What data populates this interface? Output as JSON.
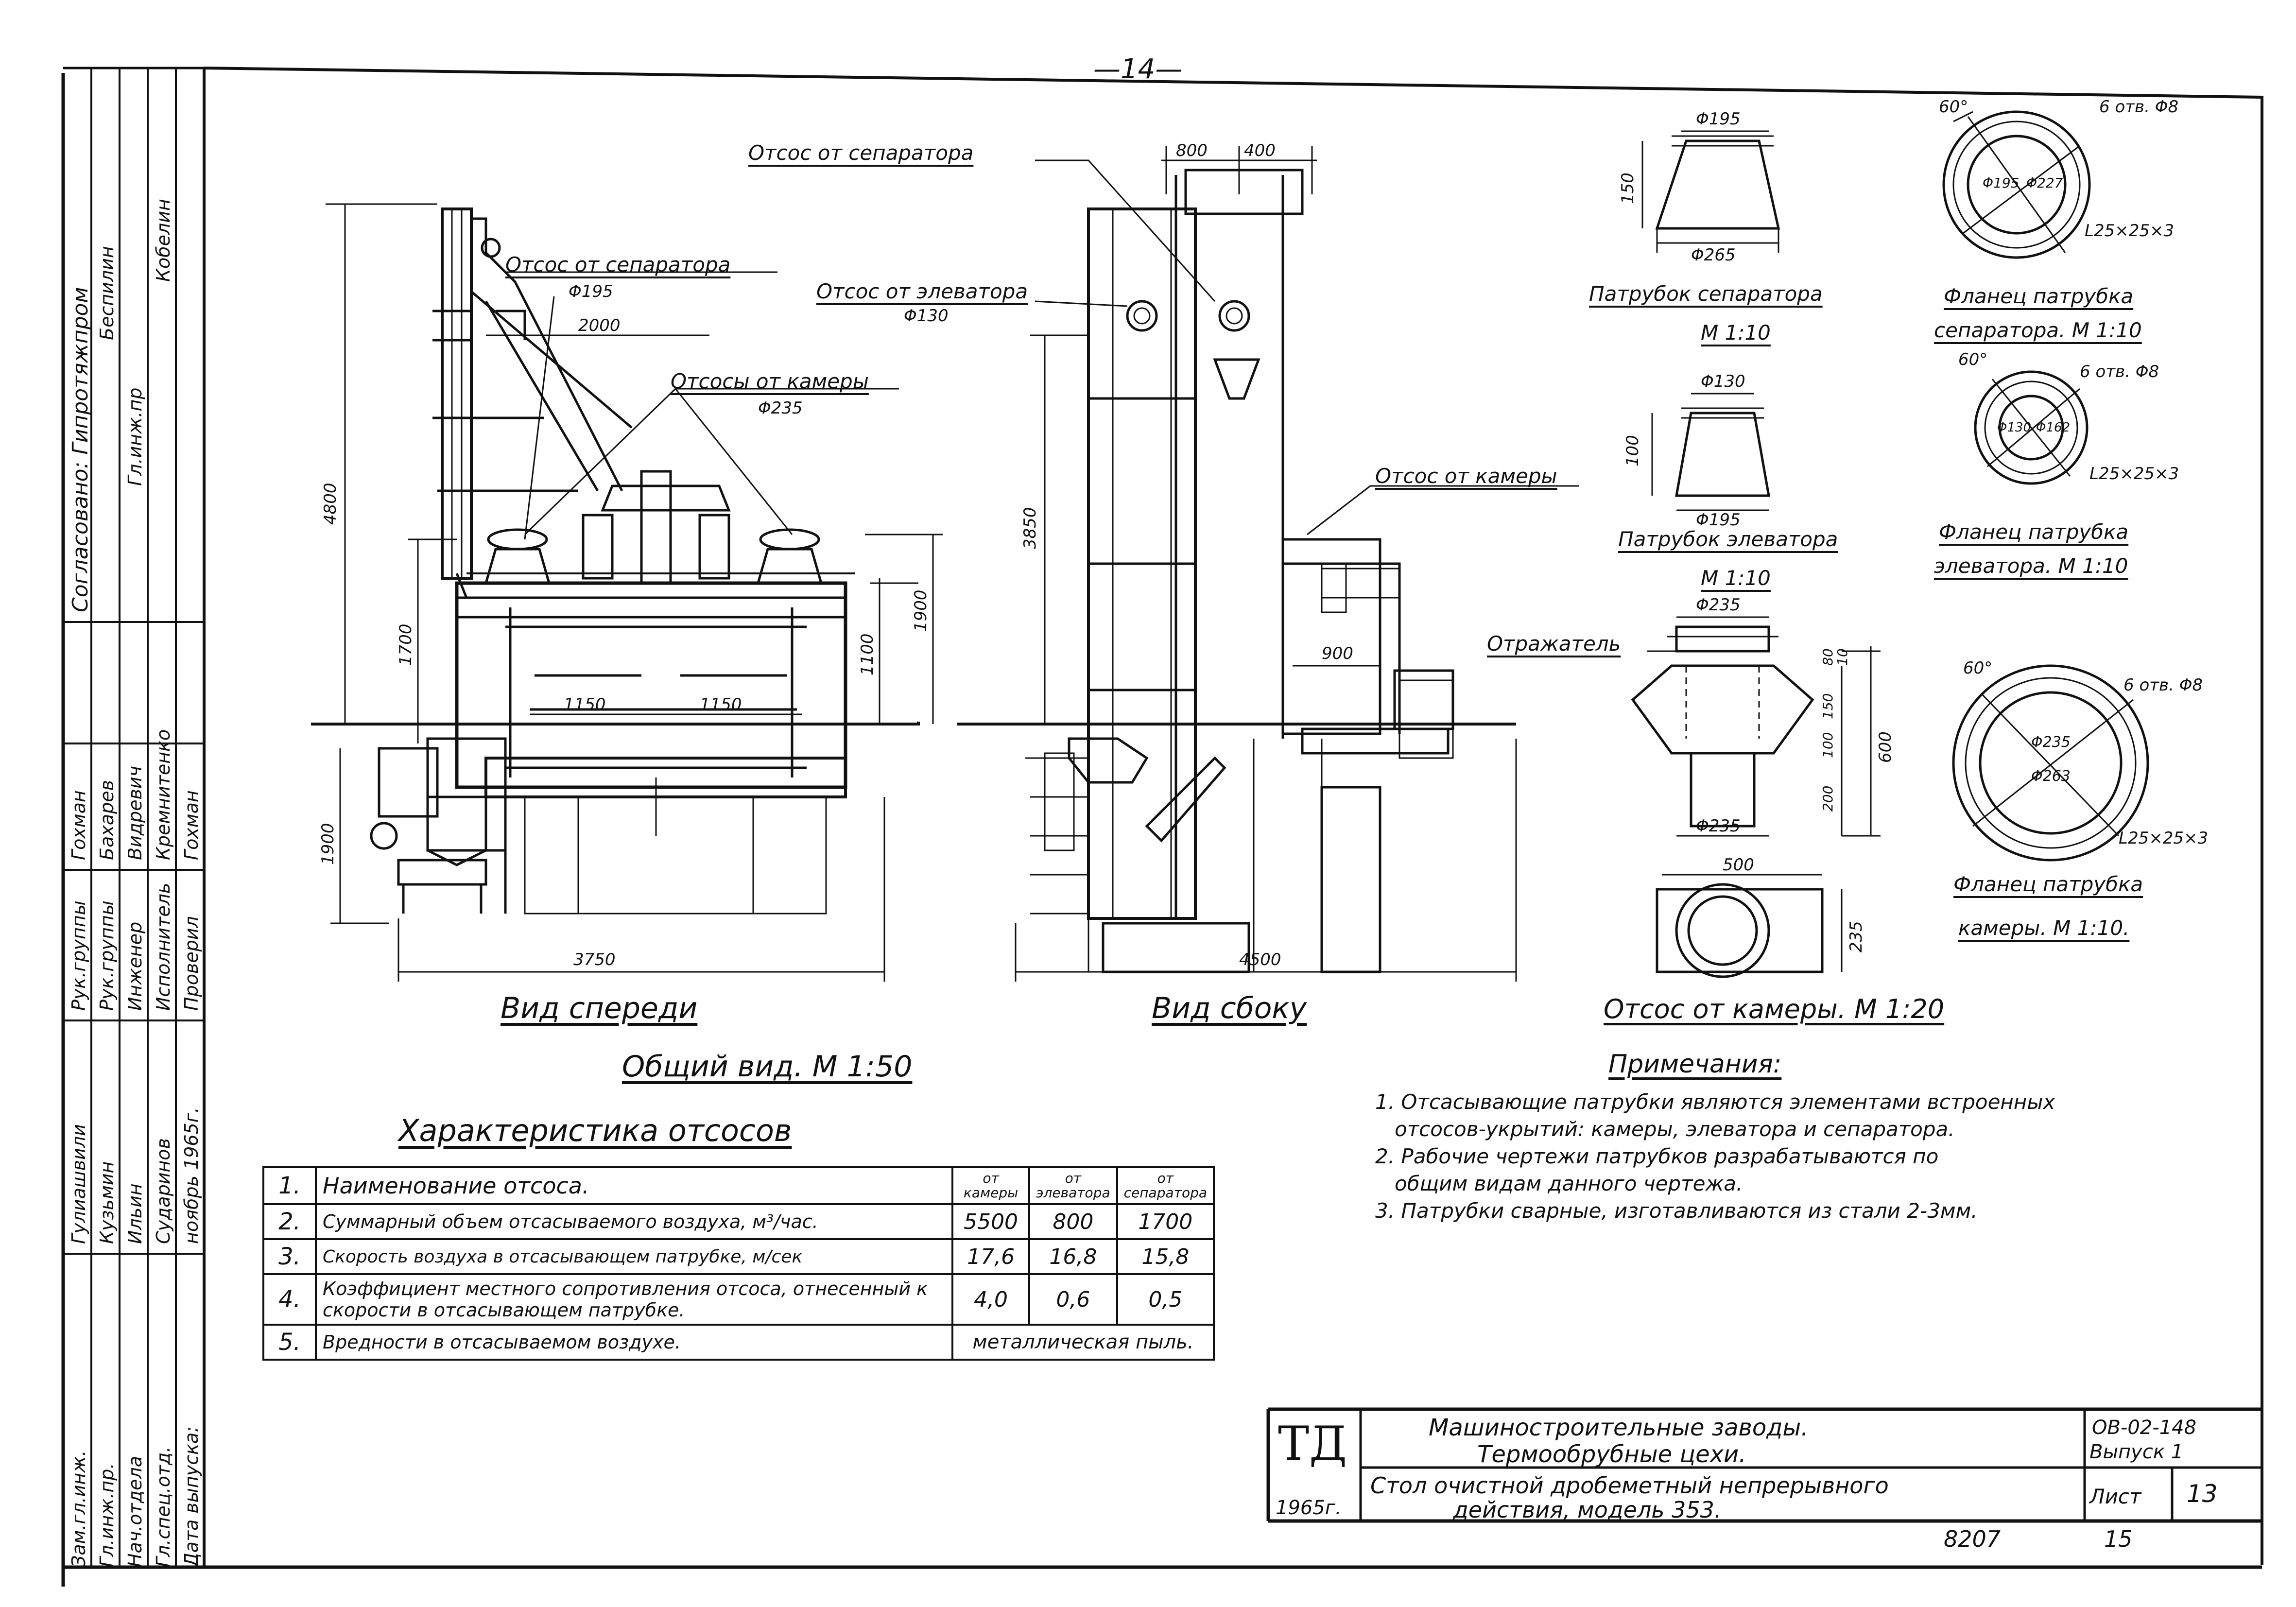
{
  "page_number": "—14—",
  "stamp": {
    "columns": [
      {
        "role": "Зам.гл.инж.",
        "name": "Гулиашвили"
      },
      {
        "role": "Гл.инж.пр.",
        "name": "Кузьмин"
      },
      {
        "role": "Нач.отдела",
        "name": "Ильин"
      },
      {
        "role": "Гл.спец.отд.",
        "name": "Сударинов"
      },
      {
        "role": "Дата выпуска:",
        "name": "ноябрь 1965г."
      }
    ],
    "columns2": [
      {
        "role": "Рук.группы",
        "name": "Гохман"
      },
      {
        "role": "Рук.группы",
        "name": "Бахарев"
      },
      {
        "role": "Инженер",
        "name": "Видревич"
      },
      {
        "role": "Исполнитель",
        "name": "Кремнитенко"
      },
      {
        "role": "Проверил",
        "name": "Гохман"
      }
    ],
    "approval": "Согласовано: Гипротяжпром",
    "approval_role": "Гл.инж.пр",
    "approval_name1": "Беспилин",
    "approval_name2": "Кобелин"
  },
  "front_view": {
    "caption": "Вид спереди",
    "label_separator": "Отсос от сепаратора",
    "label_separator_dim": "Φ195",
    "label_chamber": "Отсосы от камеры",
    "label_chamber_dim": "Φ235",
    "dims": {
      "height_total": "4800",
      "d2000": "2000",
      "d1700": "1700",
      "d1100": "1100",
      "d1900r": "1900",
      "d1150a": "1150",
      "d1150b": "1150",
      "d1900l": "1900",
      "width": "3750"
    }
  },
  "side_view": {
    "caption": "Вид сбоку",
    "label_separator_top": "Отсос от сепаратора",
    "label_elevator": "Отсос от элеватора",
    "label_elevator_dim": "Φ130",
    "label_chamber": "Отсос от камеры",
    "dims": {
      "d800": "800",
      "d400": "400",
      "d3850": "3850",
      "d900": "900",
      "width": "4500"
    }
  },
  "general_caption": "Общий вид. М 1:50",
  "pipe_separator": {
    "top": "Φ195",
    "bottom": "Φ265",
    "height": "150",
    "caption": "Патрубок сепаратора",
    "scale": "М 1:10"
  },
  "pipe_elevator": {
    "top": "Φ130",
    "bottom": "Φ195",
    "height": "100",
    "caption": "Патрубок элеватора",
    "scale": "М 1:10"
  },
  "chamber_pipe": {
    "top": "Φ235",
    "bottom": "Φ235",
    "reflector": "Отражатель",
    "dims": [
      "80",
      "10",
      "150",
      "100",
      "200",
      "600"
    ],
    "plan_width": "500",
    "plan_height": "235",
    "caption": "Отсос от камеры. М 1:20"
  },
  "flange_separator": {
    "angle": "60°",
    "holes": "6 отв. Φ8",
    "d1": "Φ195",
    "d2": "Φ227",
    "angle_profile": "L25×25×3",
    "caption": "Фланец патрубка",
    "caption2": "сепаратора. М 1:10"
  },
  "flange_elevator": {
    "angle": "60°",
    "holes": "6 отв. Φ8",
    "d1": "Φ130",
    "d2": "Φ162",
    "angle_profile": "L25×25×3",
    "caption": "Фланец патрубка",
    "caption2": "элеватора. М 1:10"
  },
  "flange_chamber": {
    "angle": "60°",
    "holes": "6 отв. Φ8",
    "d1": "Φ235",
    "d2": "Φ263",
    "angle_profile": "L25×25×3",
    "caption": "Фланец патрубка",
    "caption2": "камеры. М 1:10."
  },
  "table": {
    "title": "Характеристика отсосов",
    "headers": [
      "от камеры",
      "от элеватора",
      "от сепаратора"
    ],
    "rows": [
      {
        "n": "1.",
        "label": "Наименование отсоса.",
        "values": []
      },
      {
        "n": "2.",
        "label": "Суммарный объем отсасываемого воздуха, м³/час.",
        "values": [
          "5500",
          "800",
          "1700"
        ]
      },
      {
        "n": "3.",
        "label": "Скорость воздуха в отсасывающем патрубке, м/сек",
        "values": [
          "17,6",
          "16,8",
          "15,8"
        ]
      },
      {
        "n": "4.",
        "label": "Коэффициент местного сопротивления отсоса, отнесенный к скорости в отсасывающем патрубке.",
        "values": [
          "4,0",
          "0,6",
          "0,5"
        ]
      },
      {
        "n": "5.",
        "label": "Вредности в отсасываемом воздухе.",
        "merged": "металлическая пыль."
      }
    ]
  },
  "notes": {
    "title": "Примечания:",
    "items": [
      "1. Отсасывающие патрубки являются элементами встроенных",
      "отсосов-укрытий: камеры, элеватора и сепаратора.",
      "2. Рабочие чертежи патрубков разрабатываются по",
      "общим видам данного чертежа.",
      "3. Патрубки сварные, изготавливаются из стали 2-3мм."
    ]
  },
  "title_block": {
    "org": "ТД",
    "year": "1965г.",
    "line1": "Машиностроительные заводы.",
    "line2": "Термообрубные цехи.",
    "line3": "Стол очистной дробеметный непрерывного",
    "line4": "действия, модель 353.",
    "code": "ОВ-02-148",
    "issue": "Выпуск 1",
    "sheet_label": "Лист",
    "sheet_no": "13",
    "inv": "8207",
    "sheet_total": "15"
  }
}
